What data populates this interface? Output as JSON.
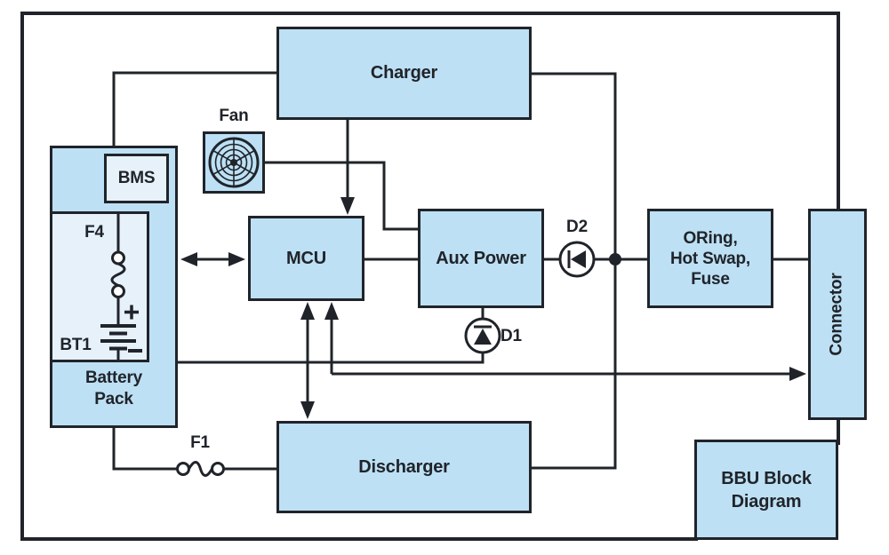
{
  "colors": {
    "box_fill": "#BDE0F4",
    "box_fill_light": "#E6F1FA",
    "line": "#20242A",
    "background": "#FFFFFF"
  },
  "blocks": {
    "charger": {
      "label": "Charger"
    },
    "fan": {
      "label": "Fan"
    },
    "bms": {
      "label": "BMS"
    },
    "battery_pack": {
      "line1": "Battery",
      "line2": "Pack"
    },
    "mcu": {
      "label": "MCU"
    },
    "aux_power": {
      "label": "Aux Power"
    },
    "oring": {
      "line1": "ORing,",
      "line2": "Hot Swap,",
      "line3": "Fuse"
    },
    "connector": {
      "label": "Connector"
    },
    "discharger": {
      "label": "Discharger"
    },
    "caption": {
      "line1": "BBU Block",
      "line2": "Diagram"
    }
  },
  "components": {
    "f4": {
      "ref": "F4"
    },
    "bt1": {
      "ref": "BT1"
    },
    "f1": {
      "ref": "F1"
    },
    "d1": {
      "ref": "D1"
    },
    "d2": {
      "ref": "D2"
    }
  }
}
